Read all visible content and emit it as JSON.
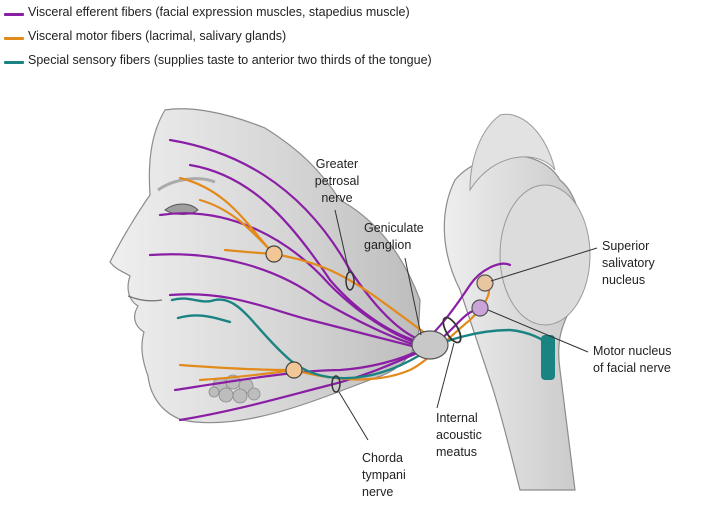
{
  "legend": [
    {
      "label": "Visceral efferent fibers (facial expression muscles, stapedius muscle)",
      "color": "#8a1fa5"
    },
    {
      "label": "Visceral motor fibers (lacrimal, salivary glands)",
      "color": "#e28a1c"
    },
    {
      "label": "Special sensory fibers (supplies taste to anterior two thirds of the tongue)",
      "color": "#1c8383"
    }
  ],
  "labels": {
    "greater_petrosal": "Greater\npetrosal\nnerve",
    "geniculate": "Geniculate\nganglion",
    "superior_salivatory": "Superior\nsalivatory\nnucleus",
    "motor_nucleus": "Motor nucleus\nof facial nerve",
    "internal_acoustic": "Internal\nacoustic\nmeatus",
    "chorda_tympani": "Chorda\ntympani\nnerve"
  },
  "colors": {
    "purple": "#8a1fa5",
    "orange": "#e28a1c",
    "teal": "#1c8383",
    "skin": "#d9d9d9",
    "outline": "#555555"
  }
}
